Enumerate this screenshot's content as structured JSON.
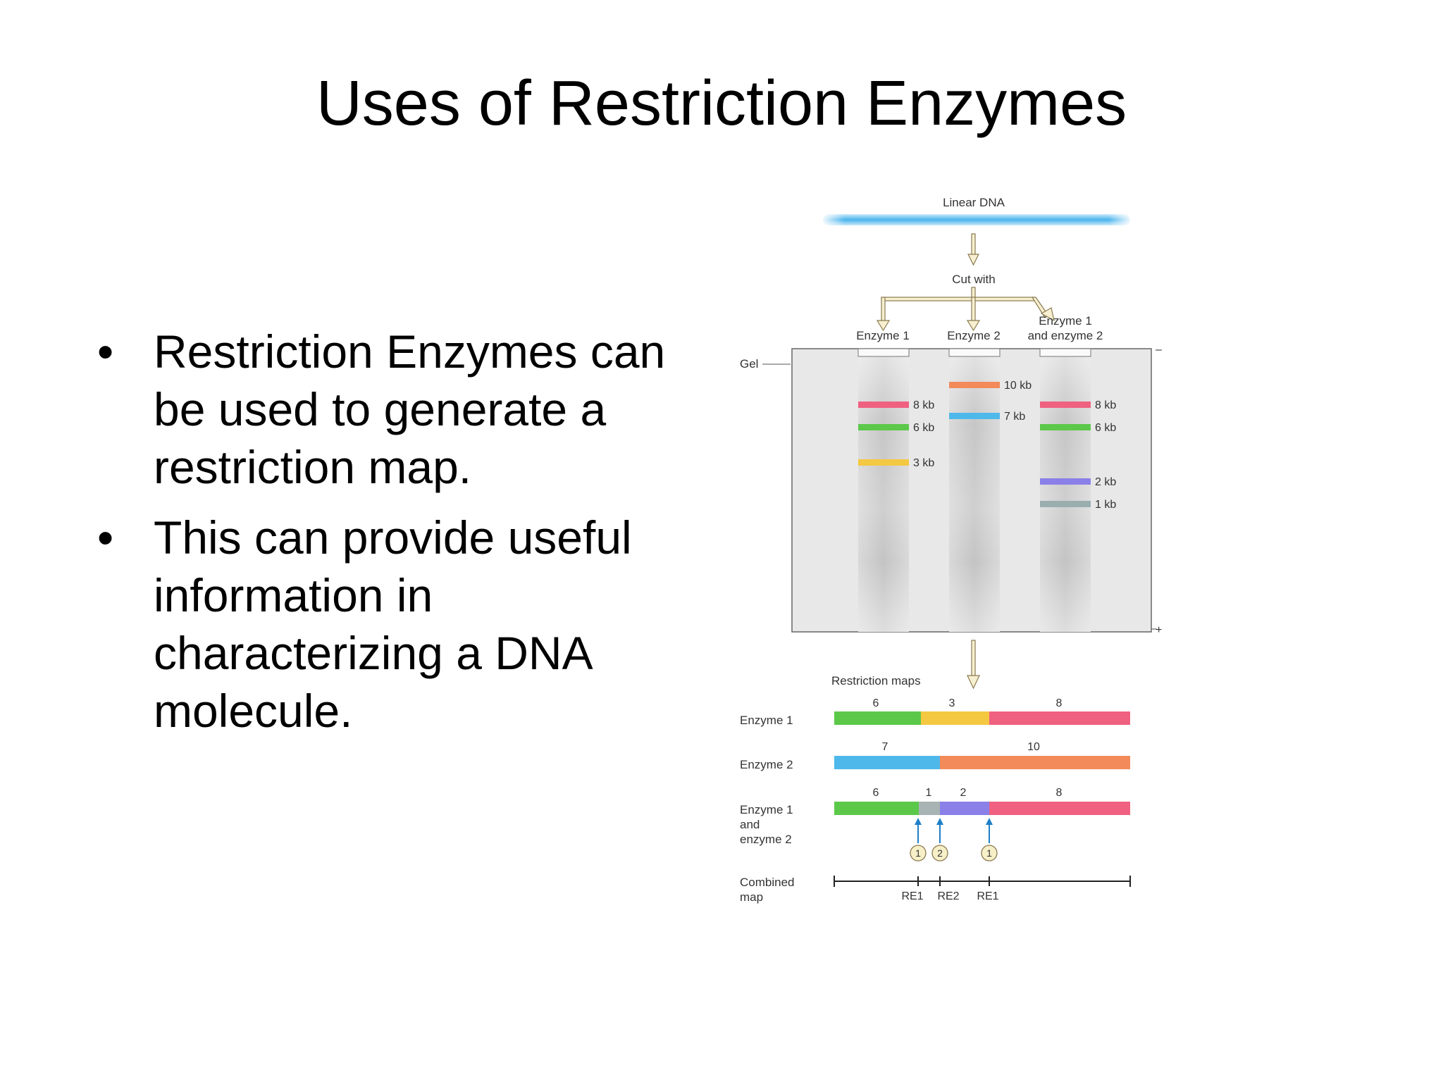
{
  "slide": {
    "title": "Uses of Restriction Enzymes"
  },
  "bullets": [
    {
      "marker": "•",
      "text": "Restriction Enzymes can be used to generate a restriction map."
    },
    {
      "marker": "•",
      "text": "This can provide useful information in characterizing a DNA molecule."
    }
  ],
  "figure": {
    "linear_dna_label": "Linear DNA",
    "cut_with_label": "Cut with",
    "gel_label": "Gel",
    "minus_sign": "–",
    "plus_sign": "+",
    "lanes": [
      {
        "label": "Enzyme 1",
        "bands": [
          {
            "label": "8 kb",
            "color": "#f06080"
          },
          {
            "label": "6 kb",
            "color": "#5cc84a"
          },
          {
            "label": "3 kb",
            "color": "#f5c842"
          }
        ]
      },
      {
        "label": "Enzyme 2",
        "bands": [
          {
            "label": "10 kb",
            "color": "#f28a5a"
          },
          {
            "label": "7 kb",
            "color": "#4fb8ea"
          }
        ]
      },
      {
        "label_line1": "Enzyme 1",
        "label_line2": "and enzyme 2",
        "bands": [
          {
            "label": "8 kb",
            "color": "#f06080"
          },
          {
            "label": "6 kb",
            "color": "#5cc84a"
          },
          {
            "label": "2 kb",
            "color": "#8a80e8"
          },
          {
            "label": "1 kb",
            "color": "#9aaeae"
          }
        ]
      }
    ],
    "restriction_maps_label": "Restriction maps",
    "map_rows": [
      {
        "label": "Enzyme 1",
        "segments": [
          {
            "size": "6",
            "color": "#5cc84a"
          },
          {
            "size": "3",
            "color": "#f5c842"
          },
          {
            "size": "8",
            "color": "#f06080"
          }
        ]
      },
      {
        "label": "Enzyme 2",
        "segments": [
          {
            "size": "7",
            "color": "#4fb8ea"
          },
          {
            "size": "10",
            "color": "#f28a5a"
          }
        ]
      },
      {
        "label_line1": "Enzyme 1",
        "label_line2": "and",
        "label_line3": "enzyme 2",
        "segments": [
          {
            "size": "6",
            "color": "#5cc84a"
          },
          {
            "size": "1",
            "color": "#a8b4b4"
          },
          {
            "size": "2",
            "color": "#8a80e8"
          },
          {
            "size": "8",
            "color": "#f06080"
          }
        ]
      }
    ],
    "cut_markers": [
      "1",
      "2",
      "1"
    ],
    "combined_label_line1": "Combined",
    "combined_label_line2": "map",
    "combined_sites": [
      "RE1",
      "RE2",
      "RE1"
    ]
  }
}
